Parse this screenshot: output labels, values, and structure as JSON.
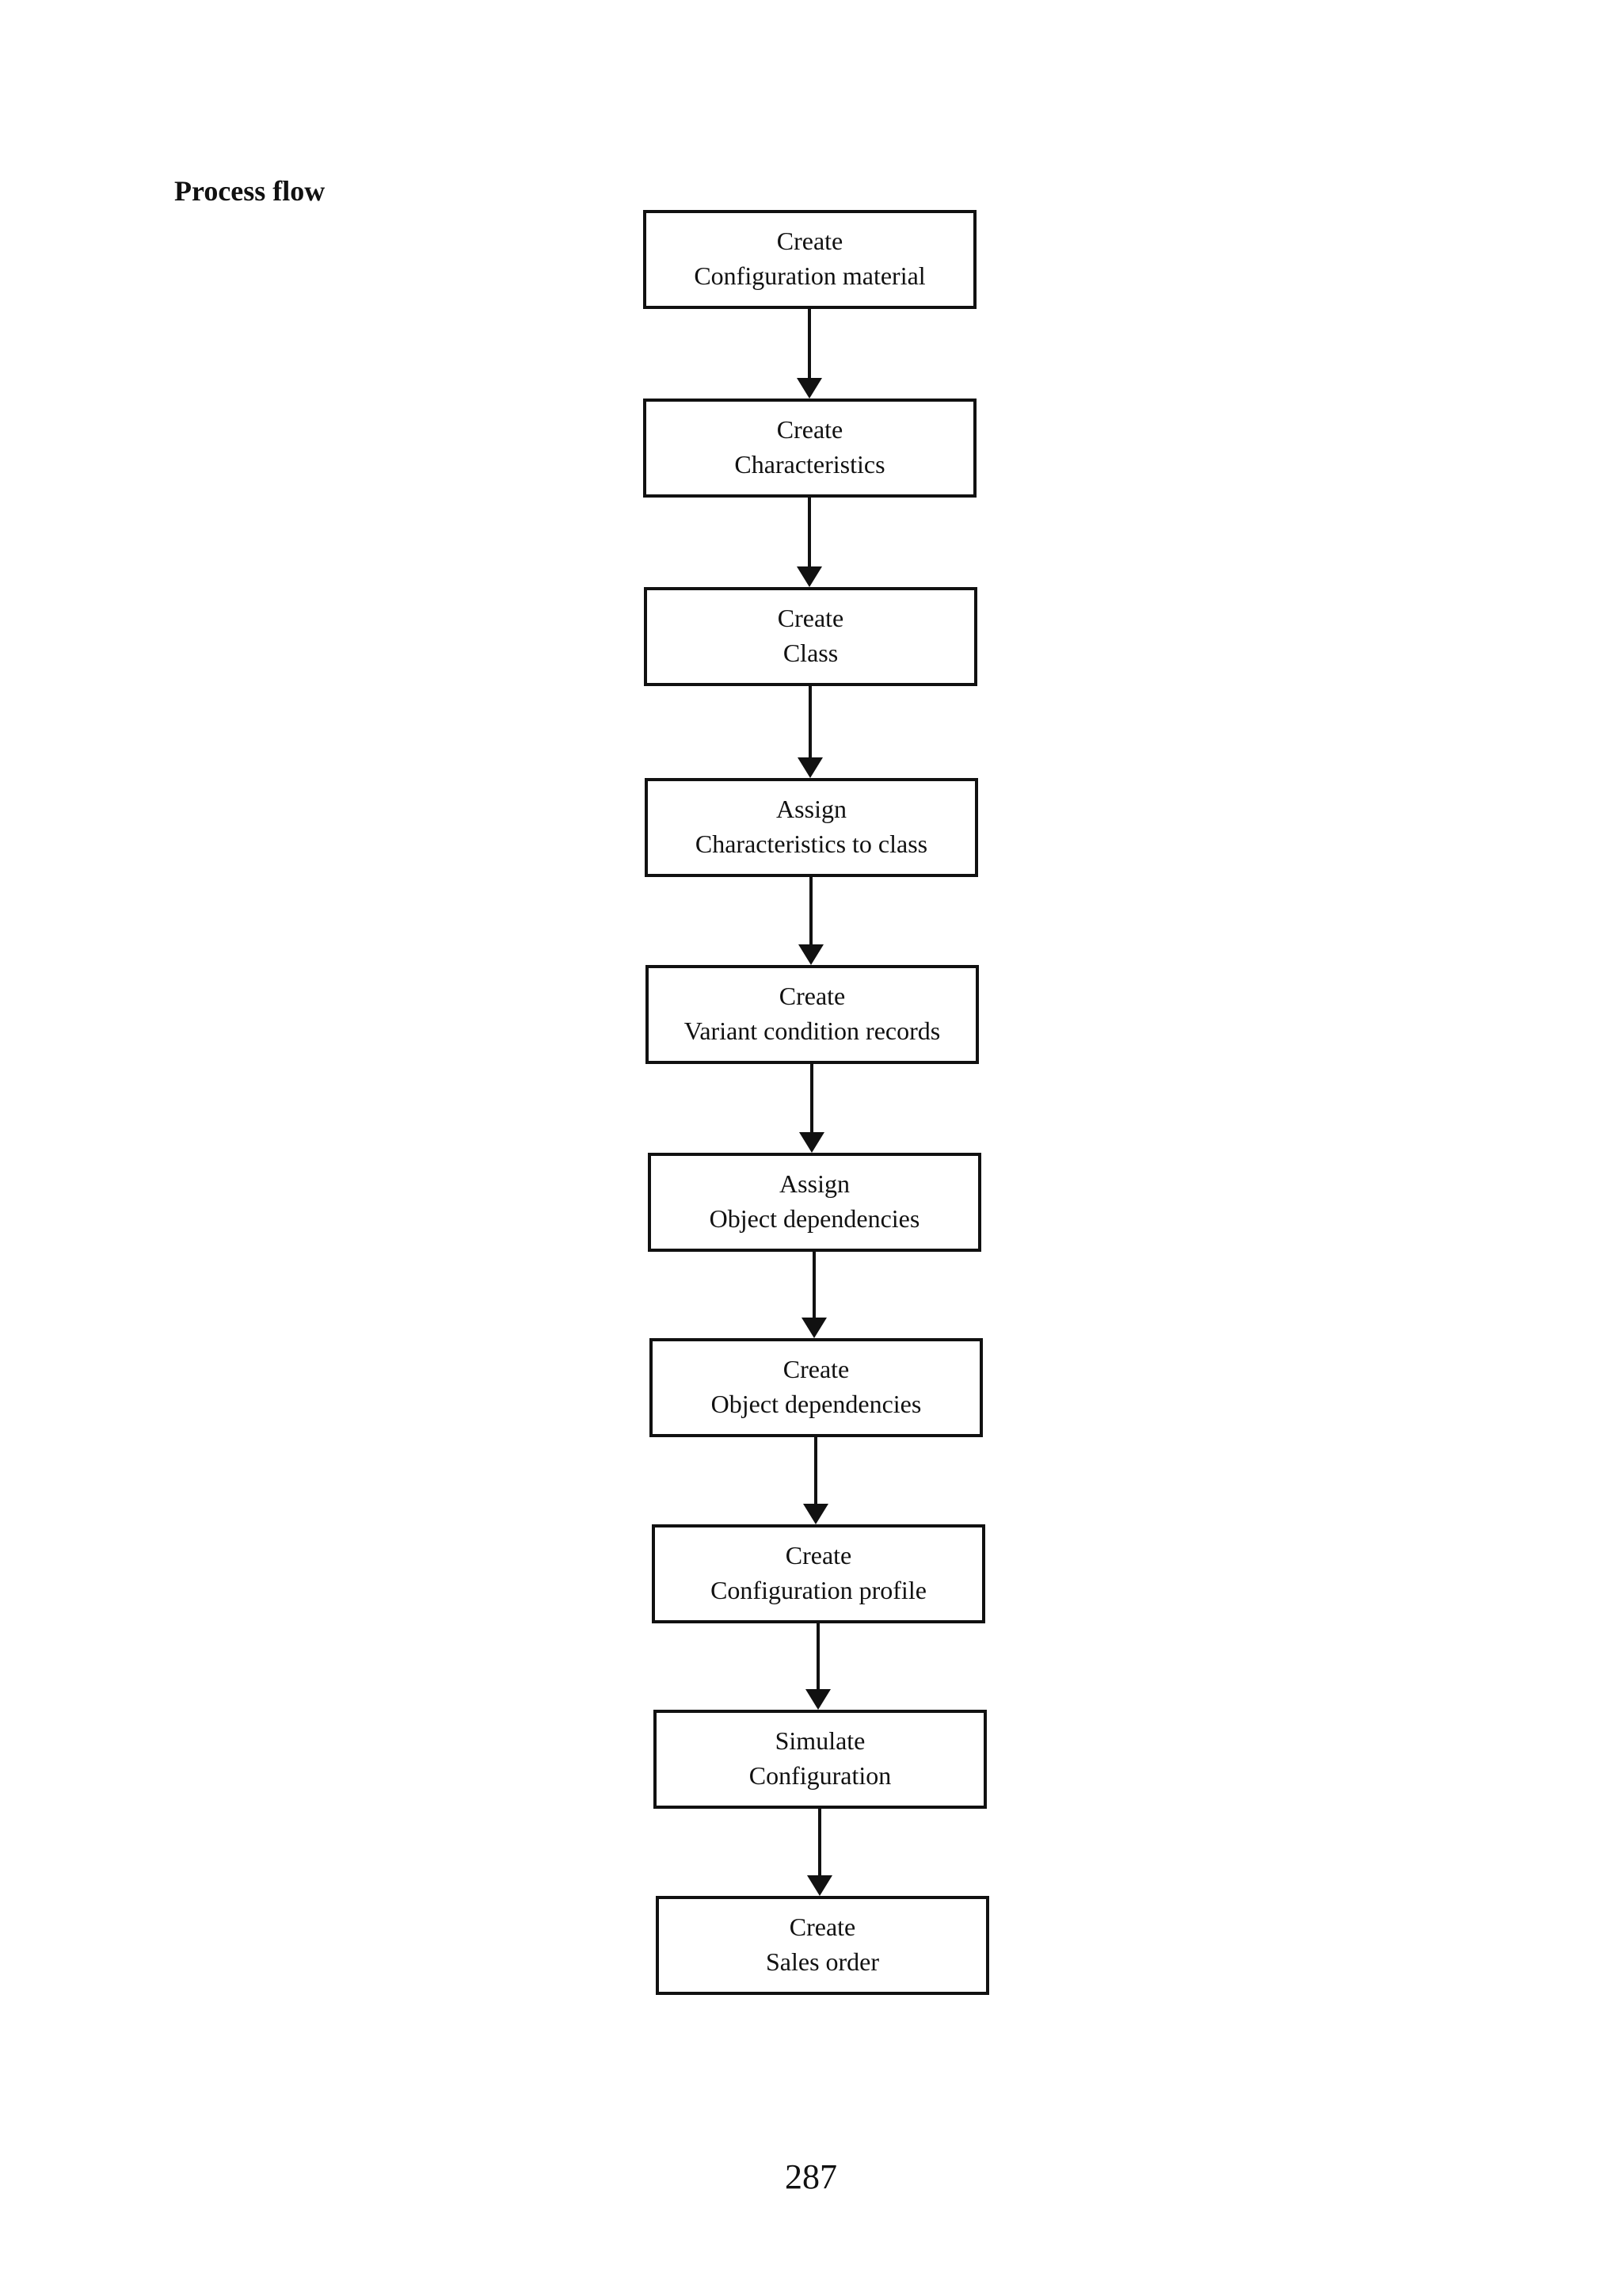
{
  "page": {
    "title": "Process flow",
    "page_number": "287",
    "colors": {
      "background": "#ffffff",
      "ink": "#111111"
    }
  },
  "flowchart": {
    "type": "vertical-process-flow",
    "steps": [
      {
        "line1": "Create",
        "line2": "Configuration material"
      },
      {
        "line1": "Create",
        "line2": "Characteristics"
      },
      {
        "line1": "Create",
        "line2": "Class"
      },
      {
        "line1": "Assign",
        "line2": "Characteristics to class"
      },
      {
        "line1": "Create",
        "line2": "Variant condition records"
      },
      {
        "line1": "Assign",
        "line2": "Object dependencies"
      },
      {
        "line1": "Create",
        "line2": "Object dependencies"
      },
      {
        "line1": "Create",
        "line2": "Configuration profile"
      },
      {
        "line1": "Simulate",
        "line2": "Configuration"
      },
      {
        "line1": "Create",
        "line2": "Sales order"
      }
    ]
  }
}
